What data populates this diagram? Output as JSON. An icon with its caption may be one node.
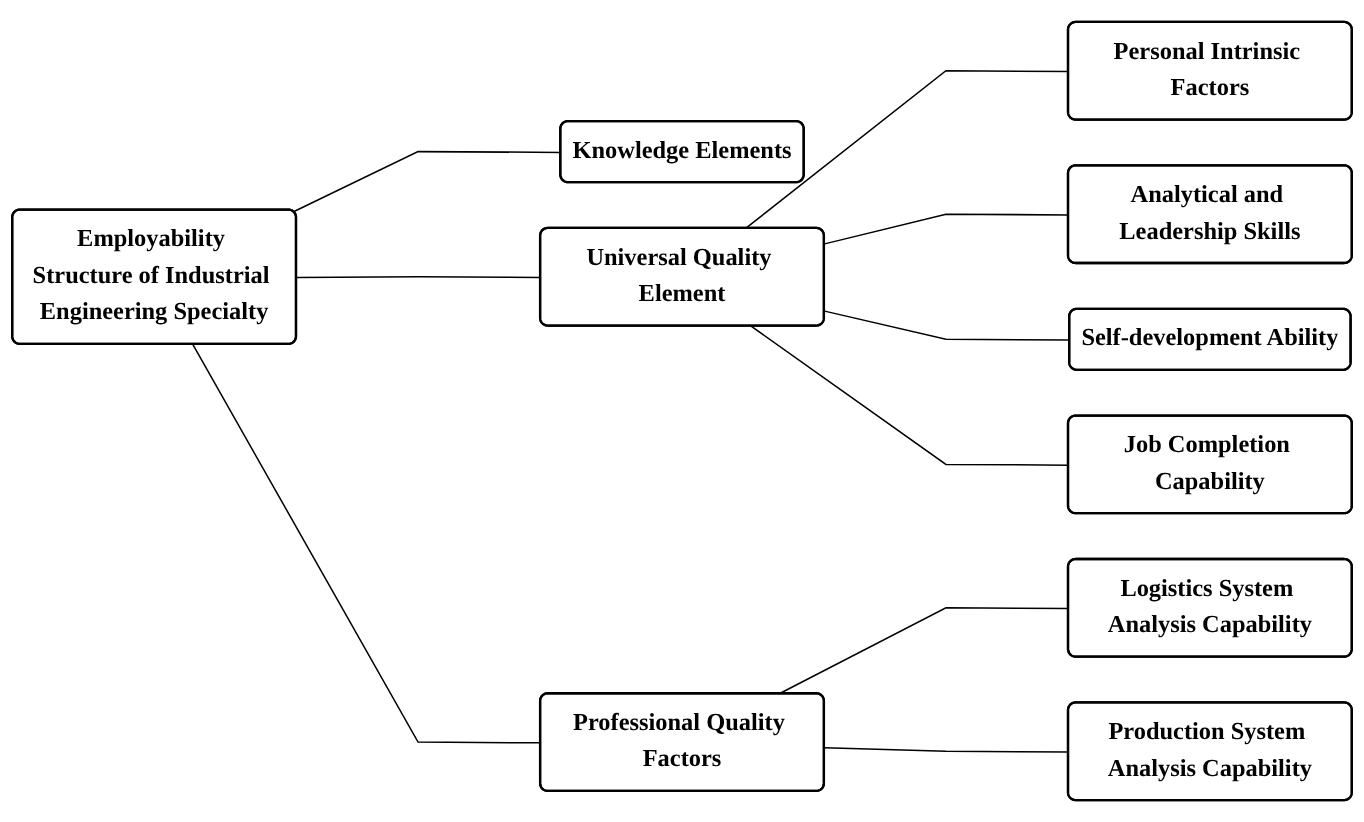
{
  "diagram": {
    "nodes": [
      {
        "text": [
          "Employability Structure of Industrial Engineering Specialty"
        ]
      },
      {
        "text": [
          "Knowledge Elements"
        ]
      },
      {
        "text": [
          "Universal Quality Element"
        ]
      },
      {
        "text": [
          "Professional Quality Factors"
        ]
      },
      {
        "text": [
          "Personal Intrinsic Factors"
        ]
      },
      {
        "text": [
          "Analytical and Leadership Skills"
        ]
      },
      {
        "text": [
          "Self-development Ability"
        ]
      },
      {
        "text": [
          "Job Completion Capability"
        ]
      },
      {
        "text": [
          "Logistics System Analysis Capability"
        ]
      },
      {
        "text": [
          "Production System Analysis Capability"
        ]
      }
    ],
    "edges": [
      {
        "from": 0,
        "to": 1,
        "arrow": "none"
      },
      {
        "from": 0,
        "to": 2,
        "arrow": "none"
      },
      {
        "from": 0,
        "to": 3,
        "arrow": "none"
      },
      {
        "from": 2,
        "to": 4,
        "arrow": "none"
      },
      {
        "from": 2,
        "to": 5,
        "arrow": "none"
      },
      {
        "from": 2,
        "to": 6,
        "arrow": "none"
      },
      {
        "from": 2,
        "to": 7,
        "arrow": "none"
      },
      {
        "from": 3,
        "to": 8,
        "arrow": "none"
      },
      {
        "from": 3,
        "to": 9,
        "arrow": "none"
      }
    ]
  }
}
